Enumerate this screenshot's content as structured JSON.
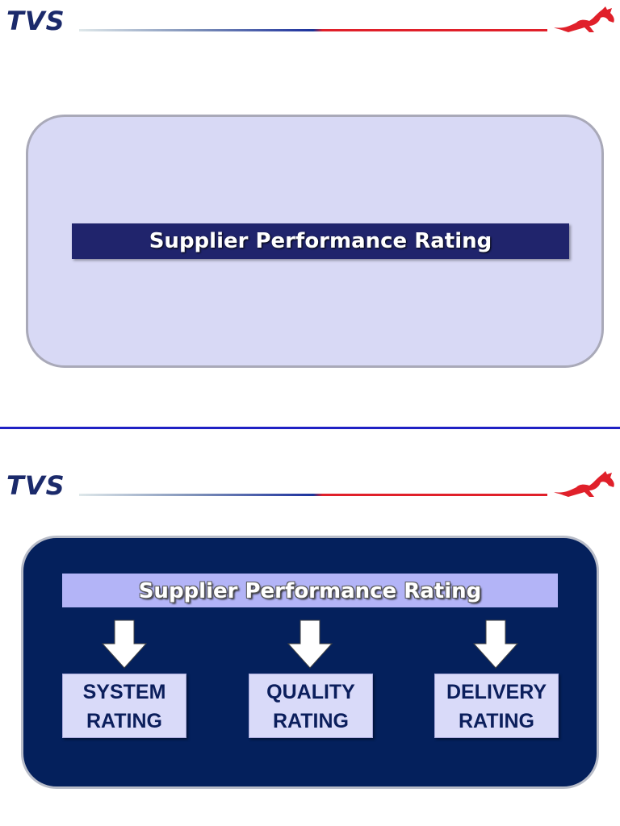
{
  "brand": {
    "logo_text": "TVS"
  },
  "slide1": {
    "title": "Supplier Performance Rating"
  },
  "slide2": {
    "title": "Supplier Performance Rating",
    "boxes": [
      {
        "line1": "SYSTEM",
        "line2": "RATING"
      },
      {
        "line1": "QUALITY",
        "line2": "RATING"
      },
      {
        "line1": "DELIVERY",
        "line2": "RATING"
      }
    ]
  },
  "colors": {
    "navy": "#04205c",
    "title_bar_dark": "#20246c",
    "panel_light": "#d8d9f5",
    "title_bar_light": "#b3b4f7",
    "accent_red": "#e0202a"
  },
  "icons": {
    "logo_mark": "horse-icon",
    "connector": "arrow-down-icon"
  }
}
